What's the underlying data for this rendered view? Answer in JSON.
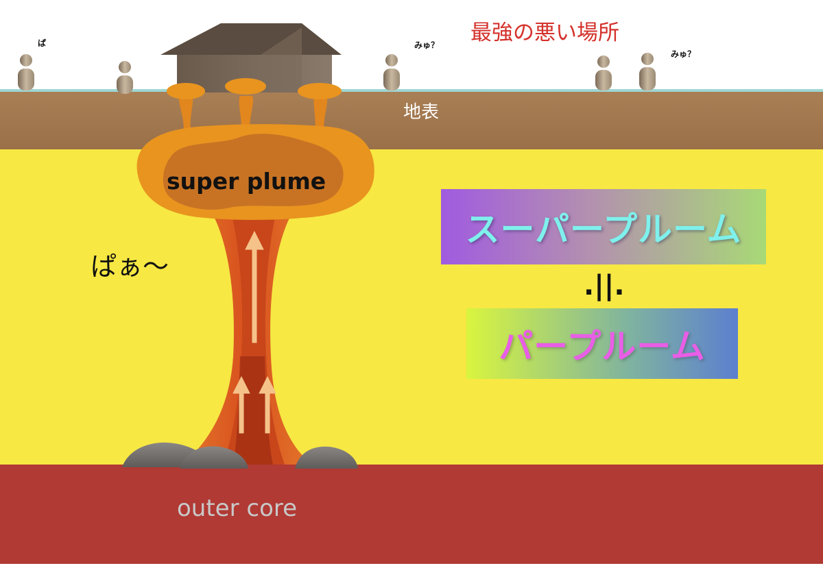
{
  "title": "最強の悪い場所",
  "crust_label": "地表",
  "plume_label": "super plume",
  "exclamation": "ぱぁ〜",
  "core_label": "outer core",
  "speech": {
    "left_person": "ぱ",
    "middle_person": "みゅ？",
    "right_person": "みゅ？"
  },
  "terms": {
    "super_plume_jp": "スーパープルーム",
    "equals_symbol": ".||.",
    "purple_room_jp": "パープルーム"
  },
  "colors": {
    "mantle": "#f7e843",
    "crust": "#a97f55",
    "outer_core": "#b13a34",
    "plume_orange": "#e8941f",
    "plume_dark": "#c05a1a",
    "title_red": "#d4312b"
  }
}
